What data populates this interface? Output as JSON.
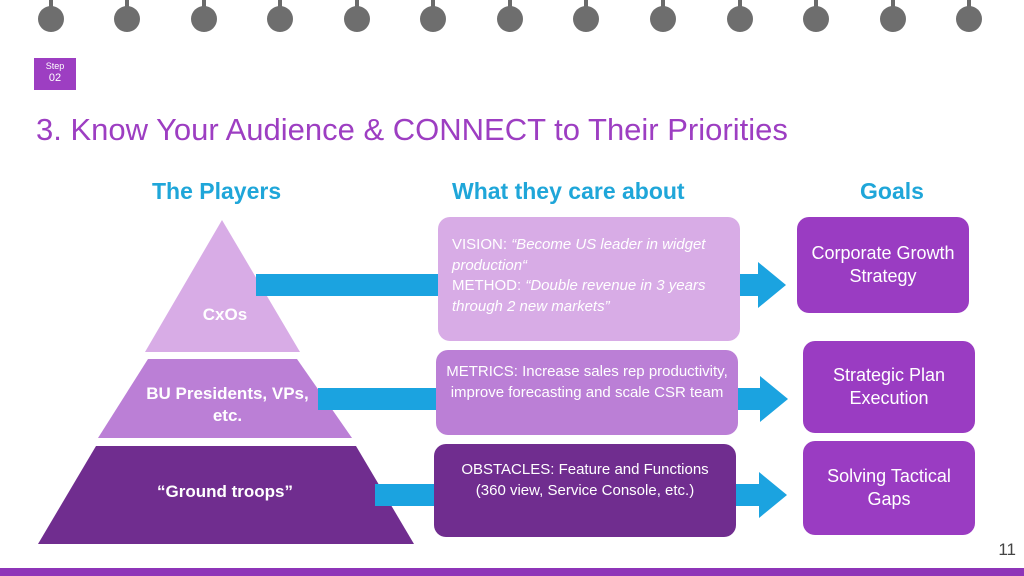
{
  "step": {
    "label": "Step",
    "number": "02"
  },
  "title": "3. Know Your Audience & CONNECT to Their Priorities",
  "headers": {
    "players": "The Players",
    "care": "What they care about",
    "goals": "Goals"
  },
  "players": [
    {
      "line1": "CxOs",
      "line2": ""
    },
    {
      "line1": "BU Presidents, VPs,",
      "line2": "etc."
    },
    {
      "line1": "“Ground troops”",
      "line2": ""
    }
  ],
  "cares": {
    "vision_label": "VISION: ",
    "vision_quote": "“Become US leader in widget production“",
    "method_label": "METHOD: ",
    "method_quote": "“Double revenue in 3 years through 2 new markets”",
    "metrics": "METRICS: Increase sales rep productivity, improve forecasting and scale CSR team",
    "obstacles": "OBSTACLES: Feature and Functions (360 view, Service Console, etc.)"
  },
  "goals": [
    "Corporate Growth Strategy",
    "Strategic Plan Execution",
    "Solving Tactical Gaps"
  ],
  "page_number": "11",
  "colors": {
    "accent_purple": "#9d3ec2",
    "heading_blue": "#1fa6d9",
    "arrow_blue": "#1ba3e0",
    "tier_light": "#d8ace6",
    "tier_mid": "#bb7fd6",
    "tier_dark": "#702d8f"
  }
}
